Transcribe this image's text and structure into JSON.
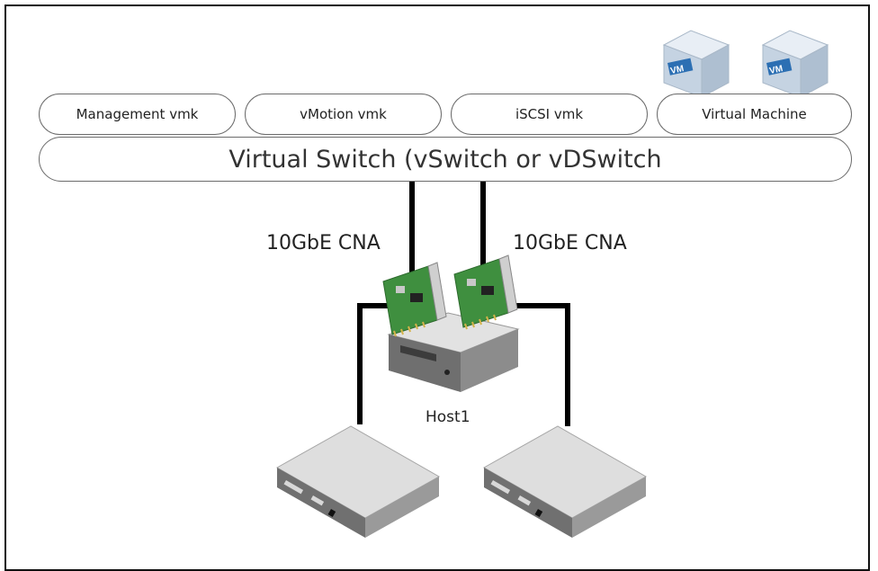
{
  "portgroups": [
    {
      "label": "Management vmk"
    },
    {
      "label": "vMotion vmk"
    },
    {
      "label": "iSCSI vmk"
    },
    {
      "label": "Virtual Machine"
    }
  ],
  "vswitch_label": "Virtual Switch (vSwitch or vDSwitch",
  "cna_left": "10GbE CNA",
  "cna_right": "10GbE CNA",
  "host_label": "Host1",
  "vm_badge": "VM",
  "colors": {
    "line": "#000000",
    "pill_border": "#6b6b6b",
    "nic_green": "#3f8f3f",
    "vm_blue": "#2c6fb3",
    "device_top": "#dcdcdc",
    "device_front": "#7c7c7c"
  }
}
